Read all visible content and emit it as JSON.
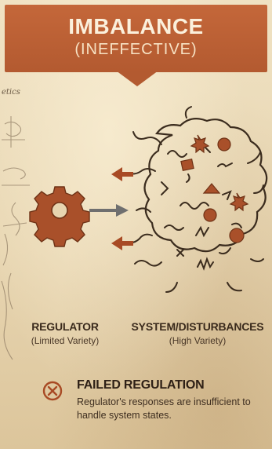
{
  "banner": {
    "title": "IMBALANCE",
    "subtitle": "(INEFFECTIVE)"
  },
  "notes": {
    "fragment": "etics"
  },
  "regulator": {
    "title": "REGULATOR",
    "subtitle": "(Limited Variety)"
  },
  "system": {
    "title": "SYSTEM/DISTURBANCES",
    "subtitle": "(High Variety)"
  },
  "result": {
    "title": "FAILED REGULATION",
    "description": "Regulator's responses are insufficient to handle system states."
  },
  "colors": {
    "banner": "#b35a30",
    "ink": "#3a2a1c",
    "accent": "#a84a24",
    "paper": "#ead9b6"
  },
  "icons": [
    "gear-icon",
    "arrow-right-icon",
    "disturbance-cloud-icon",
    "x-circle-icon"
  ]
}
